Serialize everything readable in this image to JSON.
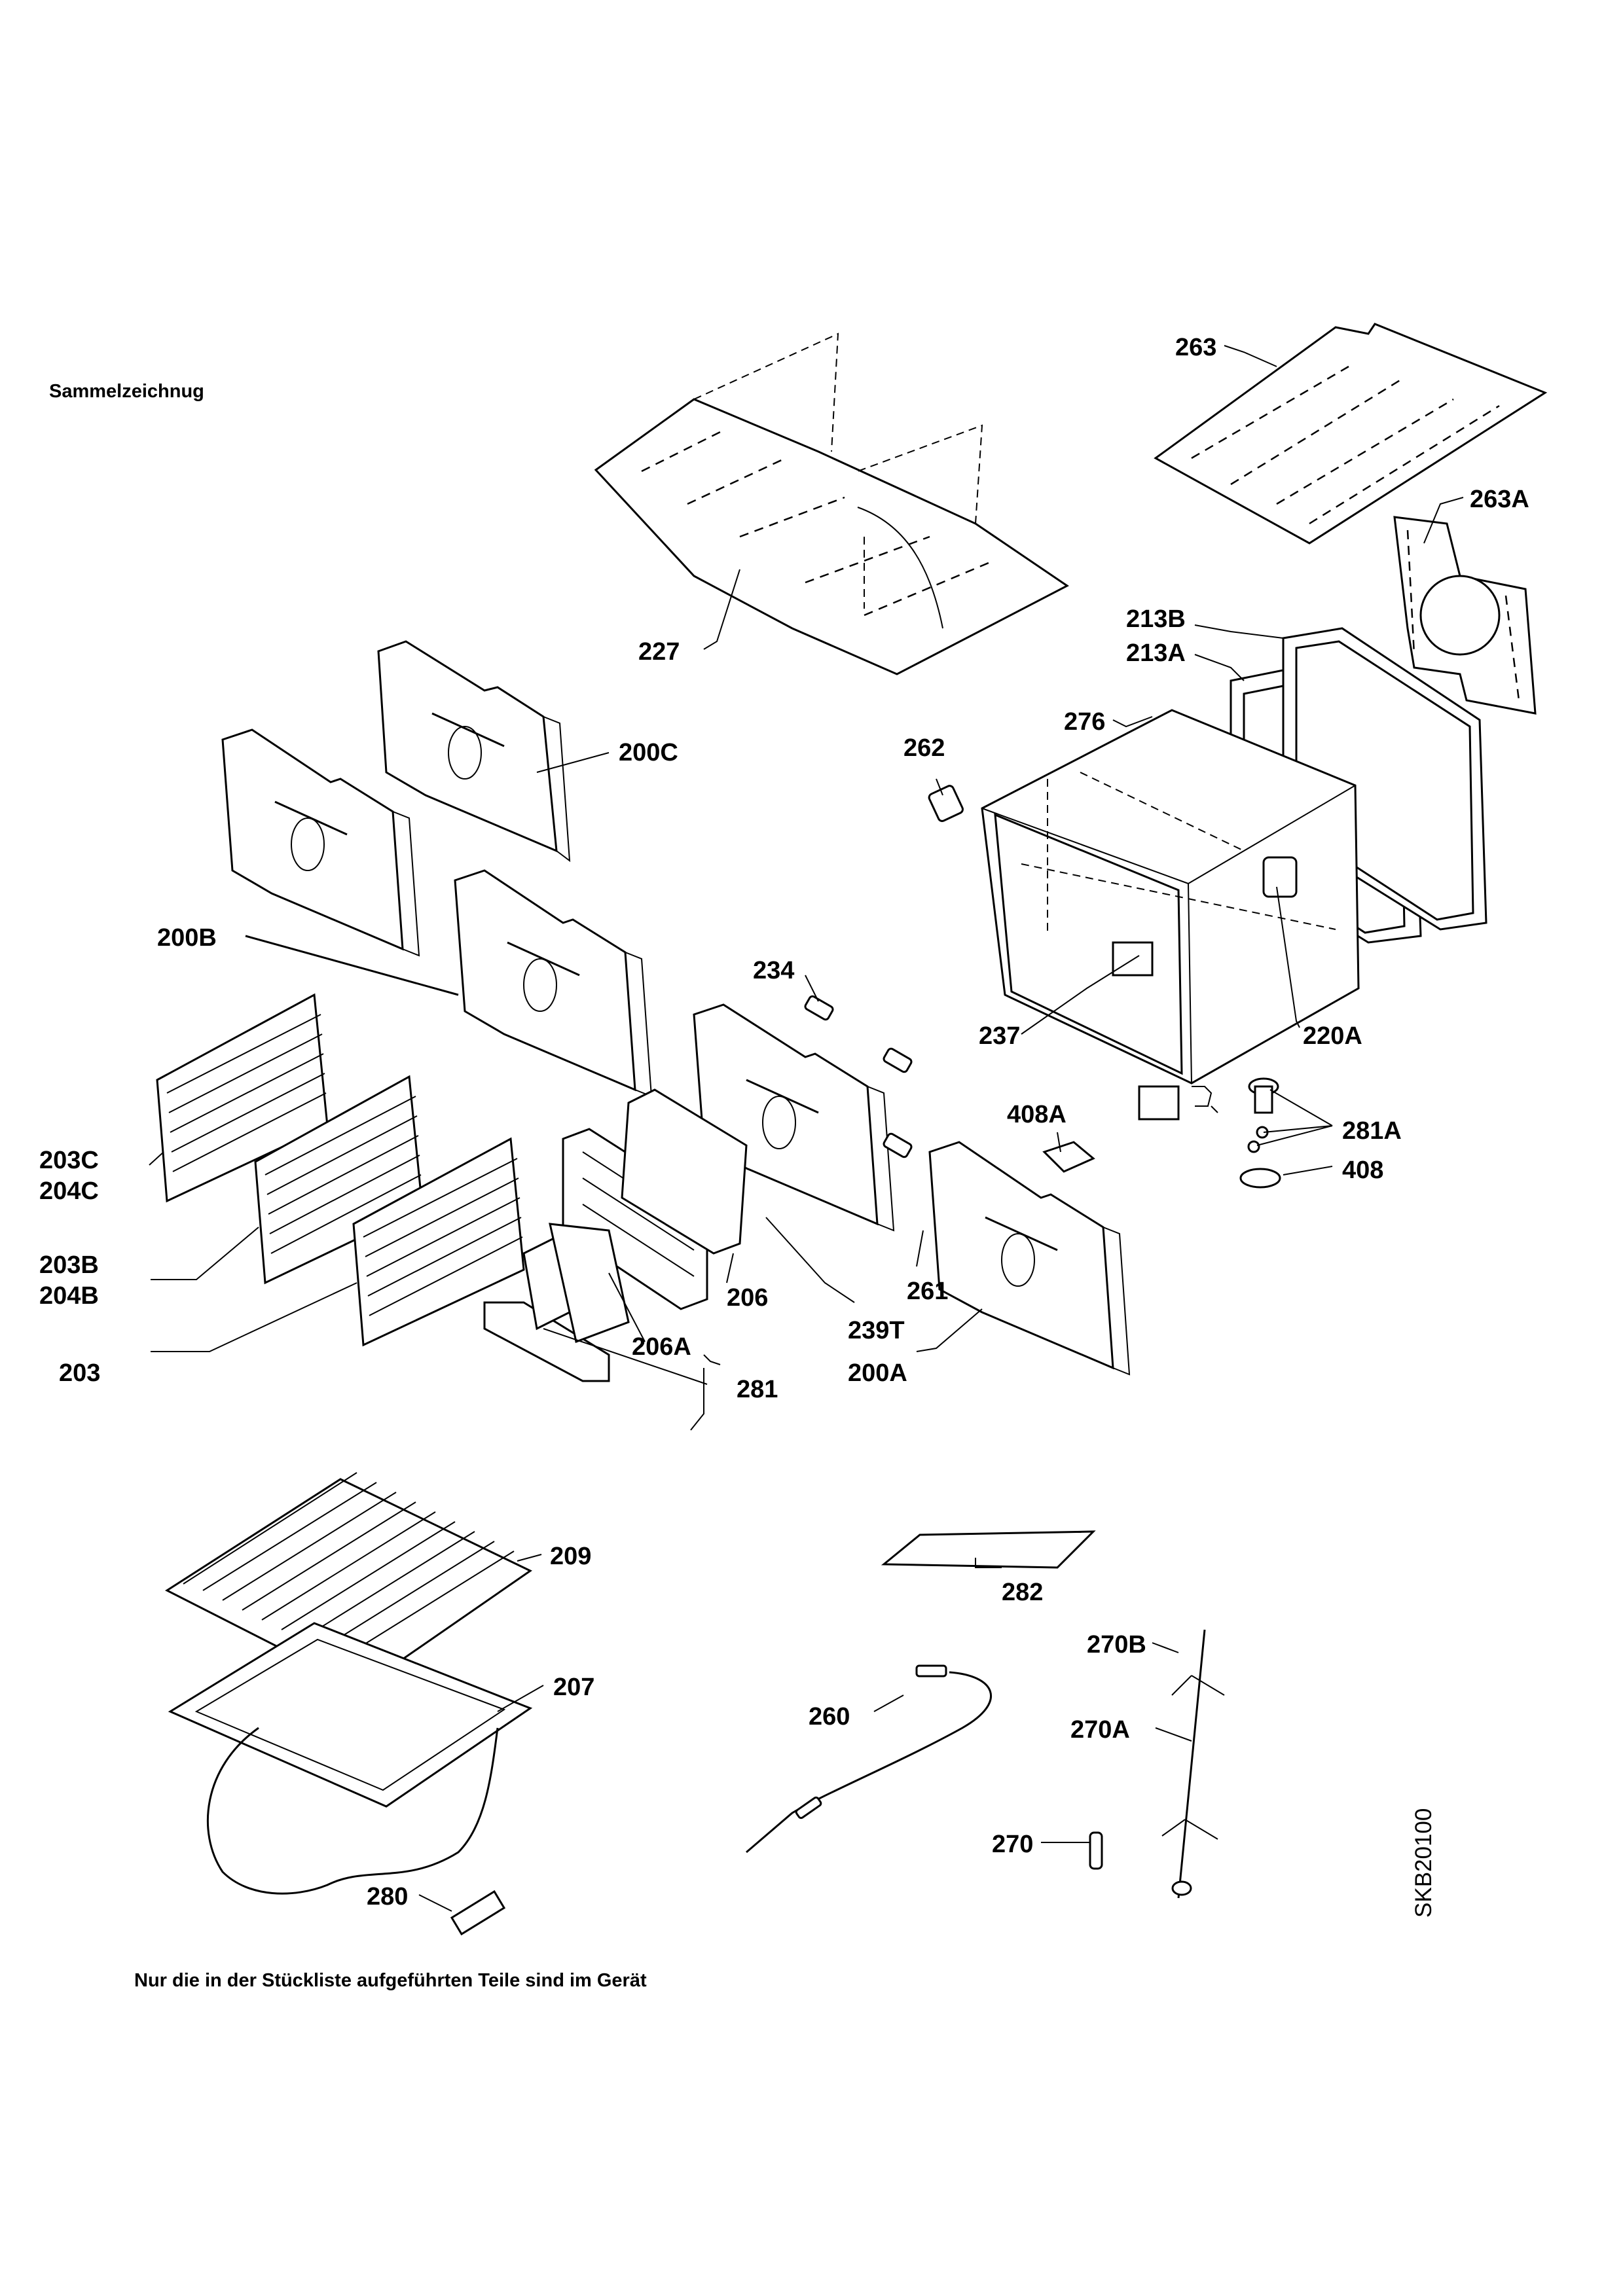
{
  "header": {
    "title": "Sammelzeichnug"
  },
  "footer": {
    "note": "Nur die in der Stückliste aufgeführten Teile sind im Gerät"
  },
  "drawing_code": "SKB20100",
  "callouts": {
    "p263": "263",
    "p263A": "263A",
    "p227": "227",
    "p213B": "213B",
    "p213A": "213A",
    "p276": "276",
    "p262": "262",
    "p200C": "200C",
    "p200B": "200B",
    "p234": "234",
    "p237": "237",
    "p220A": "220A",
    "p408A": "408A",
    "p281A": "281A",
    "p408": "408",
    "p203C": "203C",
    "p204C": "204C",
    "p203B": "203B",
    "p204B": "204B",
    "p203": "203",
    "p206": "206",
    "p261": "261",
    "p239T": "239T",
    "p200A": "200A",
    "p206A": "206A",
    "p281": "281",
    "p209": "209",
    "p282": "282",
    "p207": "207",
    "p270B": "270B",
    "p260": "260",
    "p270A": "270A",
    "p270": "270",
    "p280": "280"
  }
}
